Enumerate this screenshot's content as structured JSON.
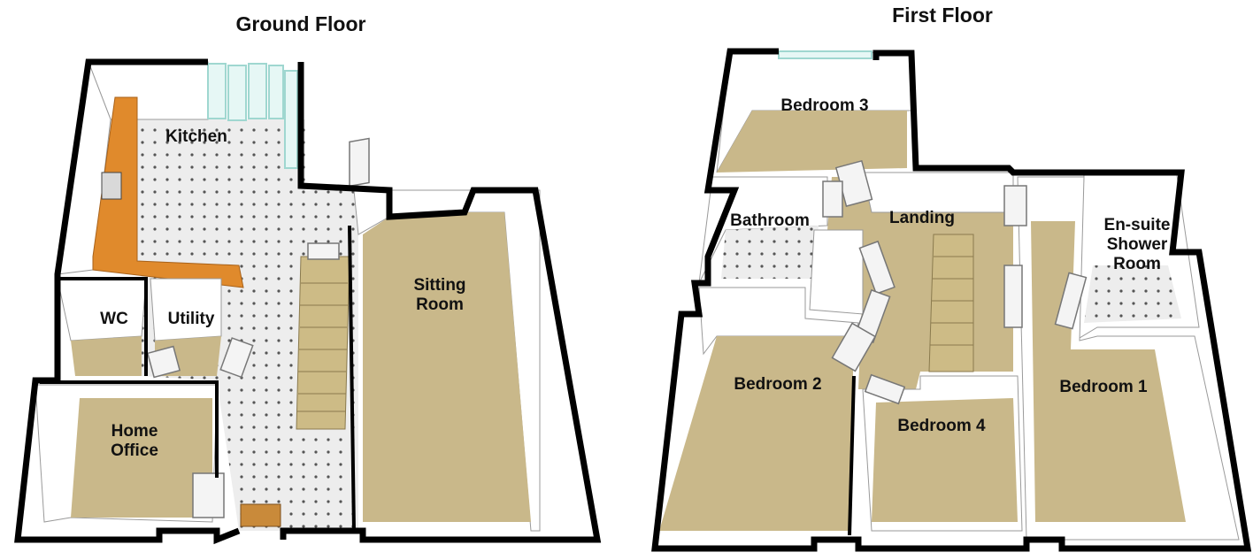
{
  "floors": [
    {
      "title": "Ground Floor",
      "rooms": [
        {
          "id": "kitchen",
          "label": "Kitchen"
        },
        {
          "id": "sitting-room",
          "label": "Sitting Room"
        },
        {
          "id": "wc",
          "label": "WC"
        },
        {
          "id": "utility",
          "label": "Utility"
        },
        {
          "id": "home-office",
          "label": "Home Office"
        }
      ]
    },
    {
      "title": "First Floor",
      "rooms": [
        {
          "id": "bedroom-3",
          "label": "Bedroom 3"
        },
        {
          "id": "bathroom",
          "label": "Bathroom"
        },
        {
          "id": "landing",
          "label": "Landing"
        },
        {
          "id": "en-suite",
          "label": "En-suite Shower Room"
        },
        {
          "id": "bedroom-2",
          "label": "Bedroom 2"
        },
        {
          "id": "bedroom-4",
          "label": "Bedroom 4"
        },
        {
          "id": "bedroom-1",
          "label": "Bedroom 1"
        }
      ]
    }
  ],
  "colors": {
    "carpet": "#c9b88a",
    "tile": "#eeeeee",
    "counter": "#e08a2c",
    "wall": "#000000"
  }
}
